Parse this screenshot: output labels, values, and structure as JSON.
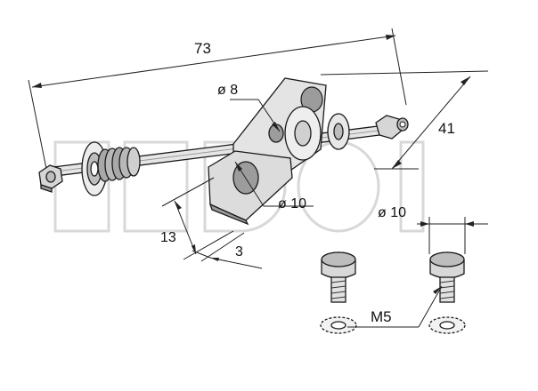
{
  "labels": {
    "overall_length": "73",
    "height": "41",
    "small_hole": "ø 8",
    "large_hole": "ø 10",
    "plate_width": "13",
    "plate_thickness": "3",
    "bolt_head": "ø 10",
    "thread": "M5"
  },
  "colors": {
    "line": "#1a1a1a",
    "metal_light": "#e6e6e6",
    "metal_mid": "#bdbdbd",
    "metal_dark": "#8a8a8a",
    "hole_fill": "#9c9c9c",
    "watermark": "#cfcfcf"
  },
  "icons": {
    "hex-bolt": "hex-bolt-icon",
    "lock-washer": "serrated-washer-icon"
  }
}
